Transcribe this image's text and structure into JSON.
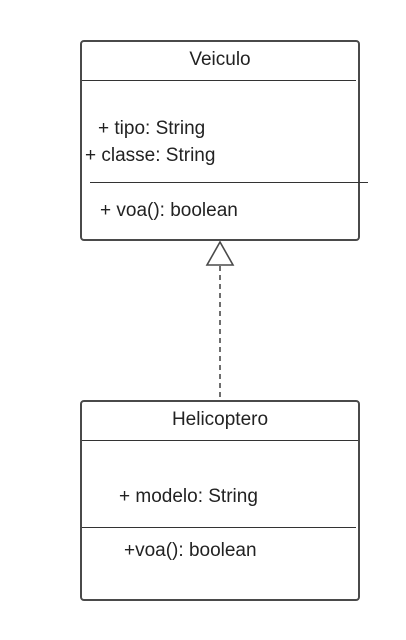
{
  "diagram": {
    "type": "uml-class",
    "classes": [
      {
        "name": "Veiculo",
        "attributes": [
          "+ tipo: String",
          "+ classe: String"
        ],
        "methods": [
          "+ voa(): boolean"
        ]
      },
      {
        "name": "Helicoptero",
        "attributes": [
          "+ modelo: String"
        ],
        "methods": [
          "+voa(): boolean"
        ]
      }
    ],
    "relationships": [
      {
        "from": "Helicoptero",
        "to": "Veiculo",
        "kind": "realization"
      }
    ],
    "colors": {
      "border": "#4a4a4a",
      "text": "#222222",
      "background": "#ffffff"
    }
  }
}
